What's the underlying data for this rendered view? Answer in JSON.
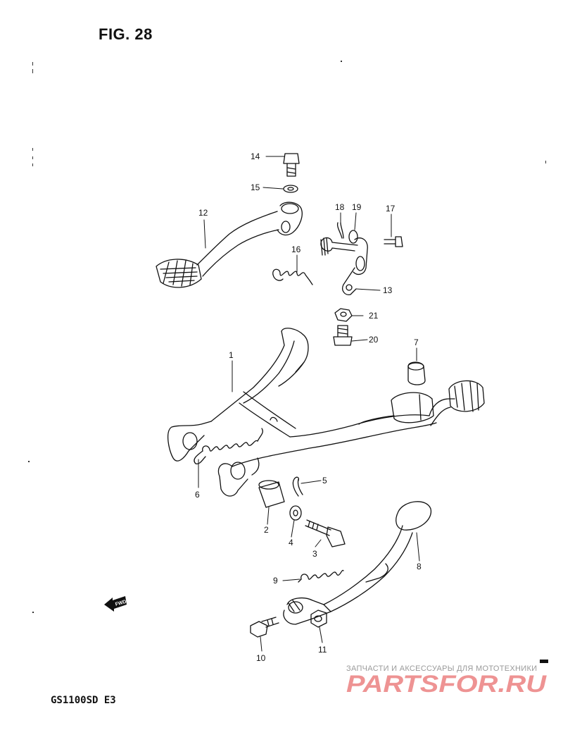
{
  "figure_title": "FIG. 28",
  "model_code": "GS1100SD E3",
  "fwd_label": "FWD",
  "watermark": {
    "tagline": "ЗАПЧАСТИ И АКСЕССУАРЫ ДЛЯ МОТОТЕХНИКИ",
    "brand": "PARTSFOR.RU",
    "brand_color": "#e03a3a"
  },
  "part_labels": [
    "1",
    "2",
    "3",
    "4",
    "5",
    "6",
    "7",
    "8",
    "9",
    "10",
    "11",
    "12",
    "13",
    "14",
    "15",
    "16",
    "17",
    "18",
    "19",
    "20",
    "21"
  ]
}
